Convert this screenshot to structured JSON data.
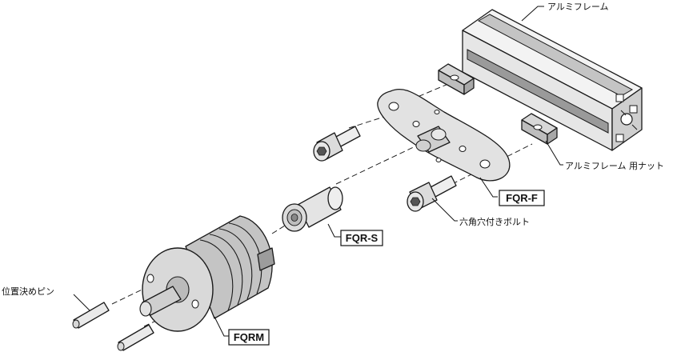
{
  "labels": {
    "aluminum_frame": "アルミフレーム",
    "frame_nut": "アルミフレーム 用ナット",
    "hex_bolt": "六角穴付きボルト",
    "locating_pin": "位置決めピン"
  },
  "part_codes": {
    "flange": "FQR-F",
    "shaft": "FQR-S",
    "coupling": "FQRM"
  },
  "colors": {
    "metal_fill": "#dcdcdc",
    "metal_dark": "#b4b4b4",
    "light_fill": "#f2f2f2",
    "outline": "#1a1a1a"
  }
}
